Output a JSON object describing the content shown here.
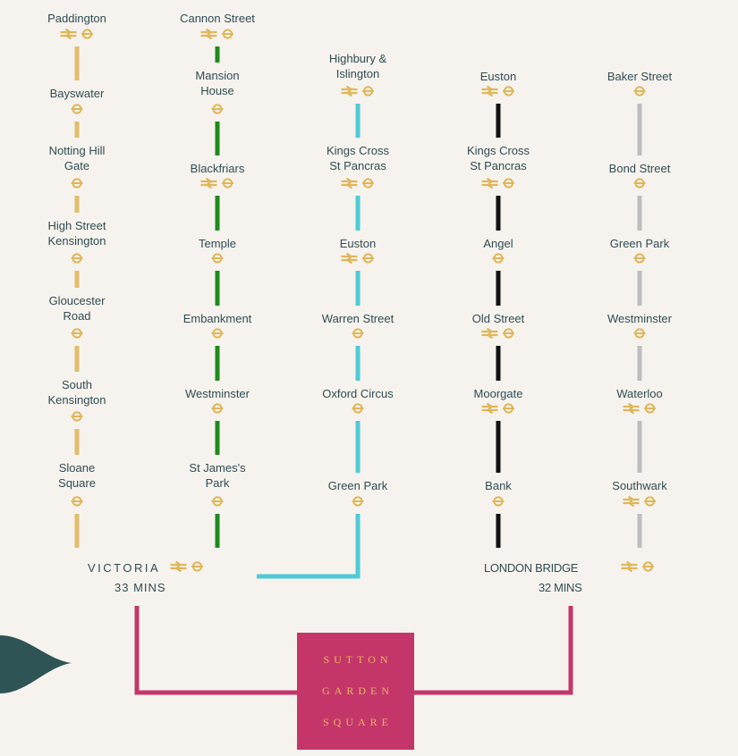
{
  "colors": {
    "rail_icon": "#e0b65a",
    "district_circle": "#e2bd6b",
    "district": "#1f8a1f",
    "victoria": "#4ecbd6",
    "northern": "#111111",
    "jubilee": "#bdbdbd",
    "pink": "#c4366a",
    "text": "#2f4b52",
    "teal_shape": "#2f5456"
  },
  "columns": [
    {
      "line": "district_circle",
      "stations": [
        {
          "name": [
            "Paddington"
          ],
          "rail": true,
          "tube": true
        },
        {
          "name": [
            "Bayswater"
          ],
          "rail": false,
          "tube": true
        },
        {
          "name": [
            "Notting Hill",
            "Gate"
          ],
          "rail": false,
          "tube": true
        },
        {
          "name": [
            "High Street",
            "Kensington"
          ],
          "rail": false,
          "tube": true
        },
        {
          "name": [
            "Gloucester",
            "Road"
          ],
          "rail": false,
          "tube": true
        },
        {
          "name": [
            "South",
            "Kensington"
          ],
          "rail": false,
          "tube": true
        },
        {
          "name": [
            "Sloane",
            "Square"
          ],
          "rail": false,
          "tube": true
        }
      ]
    },
    {
      "line": "district",
      "stations": [
        {
          "name": [
            "Cannon Street"
          ],
          "rail": true,
          "tube": true
        },
        {
          "name": [
            "Mansion",
            "House"
          ],
          "rail": false,
          "tube": true
        },
        {
          "name": [
            "Blackfriars"
          ],
          "rail": true,
          "tube": true
        },
        {
          "name": [
            "Temple"
          ],
          "rail": false,
          "tube": true
        },
        {
          "name": [
            "Embankment"
          ],
          "rail": false,
          "tube": true
        },
        {
          "name": [
            "Westminster"
          ],
          "rail": false,
          "tube": true
        },
        {
          "name": [
            "St James's",
            "Park"
          ],
          "rail": false,
          "tube": true
        }
      ]
    },
    {
      "line": "victoria",
      "stations": [
        {
          "name": [
            "Highbury &",
            "Islington"
          ],
          "rail": true,
          "tube": true
        },
        {
          "name": [
            "Kings Cross",
            "St Pancras"
          ],
          "rail": true,
          "tube": true
        },
        {
          "name": [
            "Euston"
          ],
          "rail": true,
          "tube": true
        },
        {
          "name": [
            "Warren Street"
          ],
          "rail": false,
          "tube": true
        },
        {
          "name": [
            "Oxford Circus"
          ],
          "rail": false,
          "tube": true
        },
        {
          "name": [
            "Green Park"
          ],
          "rail": false,
          "tube": true
        }
      ]
    },
    {
      "line": "northern",
      "stations": [
        {
          "name": [
            "Euston"
          ],
          "rail": true,
          "tube": true
        },
        {
          "name": [
            "Kings Cross",
            "St Pancras"
          ],
          "rail": true,
          "tube": true
        },
        {
          "name": [
            "Angel"
          ],
          "rail": false,
          "tube": true
        },
        {
          "name": [
            "Old Street"
          ],
          "rail": true,
          "tube": true
        },
        {
          "name": [
            "Moorgate"
          ],
          "rail": true,
          "tube": true
        },
        {
          "name": [
            "Bank"
          ],
          "rail": false,
          "tube": true
        }
      ]
    },
    {
      "line": "jubilee",
      "stations": [
        {
          "name": [
            "Baker Street"
          ],
          "rail": false,
          "tube": true
        },
        {
          "name": [
            "Bond Street"
          ],
          "rail": false,
          "tube": true
        },
        {
          "name": [
            "Green Park"
          ],
          "rail": false,
          "tube": true
        },
        {
          "name": [
            "Westminster"
          ],
          "rail": false,
          "tube": true
        },
        {
          "name": [
            "Waterloo"
          ],
          "rail": true,
          "tube": true
        },
        {
          "name": [
            "Southwark"
          ],
          "rail": true,
          "tube": true
        }
      ]
    }
  ],
  "terminals": {
    "victoria": {
      "name": "VICTORIA",
      "time": "33 MINS",
      "rail": true,
      "tube": true
    },
    "london_bridge": {
      "name": "LONDON BRIDGE",
      "time": "32 MINS",
      "rail": true,
      "tube": true
    }
  },
  "destination": {
    "lines": [
      "SUTTON",
      "GARDEN",
      "SQUARE"
    ]
  }
}
